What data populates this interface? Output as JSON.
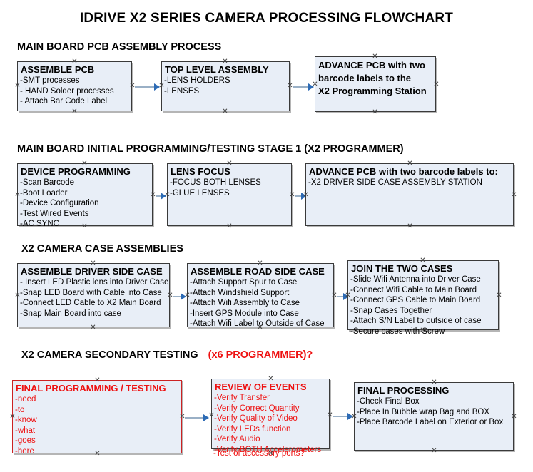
{
  "document": {
    "title": "IDRIVE X2  SERIES CAMERA PROCESSING FLOWCHART"
  },
  "colors": {
    "box_fill": "#e8eef7",
    "box_border": "#3a3a3a",
    "red_text": "#ee1111",
    "connector": "#9ab0c6",
    "arrowhead": "#2d6bb5"
  },
  "sections": [
    {
      "heading": "MAIN BOARD PCB ASSEMBLY PROCESS",
      "boxes": [
        {
          "title": "ASSEMBLE PCB",
          "lines": [
            "-SMT processes",
            "- HAND Solder processes",
            "- Attach Bar Code Label"
          ]
        },
        {
          "title": "TOP LEVEL ASSEMBLY",
          "lines": [
            "-LENS HOLDERS",
            "-LENSES"
          ]
        },
        {
          "title_lines": [
            "ADVANCE PCB with two",
            "barcode labels to the",
            " X2 Programming Station"
          ],
          "lines": []
        }
      ]
    },
    {
      "heading": "MAIN BOARD INITIAL PROGRAMMING/TESTING STAGE 1 (X2 PROGRAMMER)",
      "boxes": [
        {
          "title": "DEVICE PROGRAMMING",
          "lines": [
            "-Scan Barcode",
            "-Boot Loader",
            "-Device Configuration",
            "-Test Wired Events",
            "-AC SYNC"
          ]
        },
        {
          "title": "LENS FOCUS",
          "lines": [
            "-FOCUS BOTH LENSES",
            "-GLUE LENSES"
          ]
        },
        {
          "title": "ADVANCE PCB with two barcode labels to:",
          "lines": [
            "-X2 DRIVER  SIDE  CASE  ASSEMBLY STATION"
          ]
        }
      ]
    },
    {
      "heading": "X2 CAMERA CASE ASSEMBLIES",
      "boxes": [
        {
          "title": "ASSEMBLE DRIVER SIDE CASE",
          "lines": [
            "- Insert LED Plastic lens into Driver Case",
            "-Snap LED Board with Cable into Case",
            "-Connect LED Cable to X2 Main Board",
            "-Snap Main Board into case"
          ]
        },
        {
          "title": "ASSEMBLE ROAD SIDE CASE",
          "lines": [
            "-Attach Support Spur to Case",
            "-Attach Windshield Support",
            "-Attach Wifi Assembly to Case",
            "-Insert GPS Module into Case",
            "-Attach Wifi Label to Outside of Case"
          ]
        },
        {
          "title": "JOIN THE TWO CASES",
          "lines": [
            "-Slide Wifi Antenna into Driver Case",
            "-Connect Wifi Cable to Main Board",
            "-Connect GPS Cable to Main Board",
            "-Snap Cases Together",
            "-Attach S/N Label to outside of case",
            "-Secure cases with Screw"
          ]
        }
      ]
    },
    {
      "heading": "X2 CAMERA SECONDARY TESTING",
      "heading_red": "(x6 PROGRAMMER)?",
      "boxes": [
        {
          "title": "FINAL PROGRAMMING / TESTING",
          "lines": [
            "-need",
            "-to",
            "-know",
            "-what",
            "-goes",
            "-here"
          ]
        },
        {
          "title": "REVIEW OF EVENTS",
          "lines": [
            "-Verify Transfer",
            "-Verify Correct Quantity",
            "-Verify Quality of Video",
            "-Verify LEDs function",
            "-Verify Audio",
            "-Verify BOTH Accelerometers"
          ],
          "overflow_line": "-Test of accessory ports?"
        },
        {
          "title": "FINAL PROCESSING",
          "lines": [
            " -Check Final Box",
            "-Place In Bubble wrap Bag and BOX",
            "-Place Barcode Label on Exterior or Box"
          ]
        }
      ]
    }
  ]
}
